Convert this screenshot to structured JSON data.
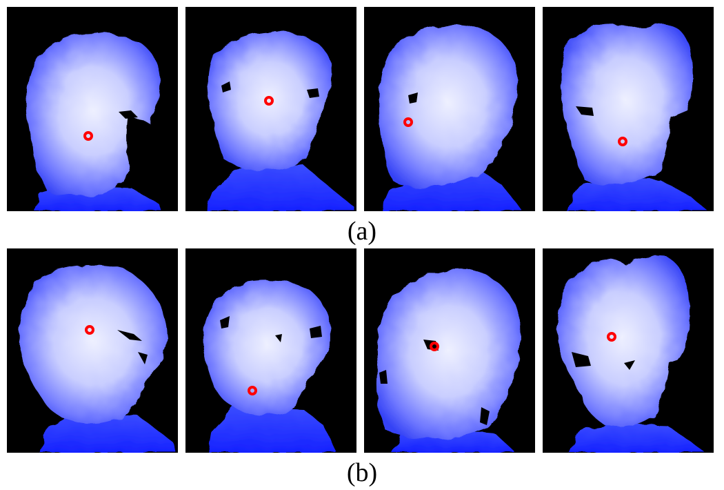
{
  "figure": {
    "rows": [
      {
        "label": "(a)",
        "panels": [
          {
            "marker": "red-ring-marker"
          },
          {
            "marker": "red-ring-marker"
          },
          {
            "marker": "red-ring-marker"
          },
          {
            "marker": "red-ring-marker"
          }
        ]
      },
      {
        "label": "(b)",
        "panels": [
          {
            "marker": "red-ring-marker"
          },
          {
            "marker": "red-ring-marker"
          },
          {
            "marker": "red-ring-marker"
          },
          {
            "marker": "red-ring-marker"
          }
        ]
      }
    ],
    "colors": {
      "background": "#000000",
      "depth_near": "#e8ecff",
      "depth_far": "#1a2cff",
      "marker": "#ff0000"
    }
  }
}
